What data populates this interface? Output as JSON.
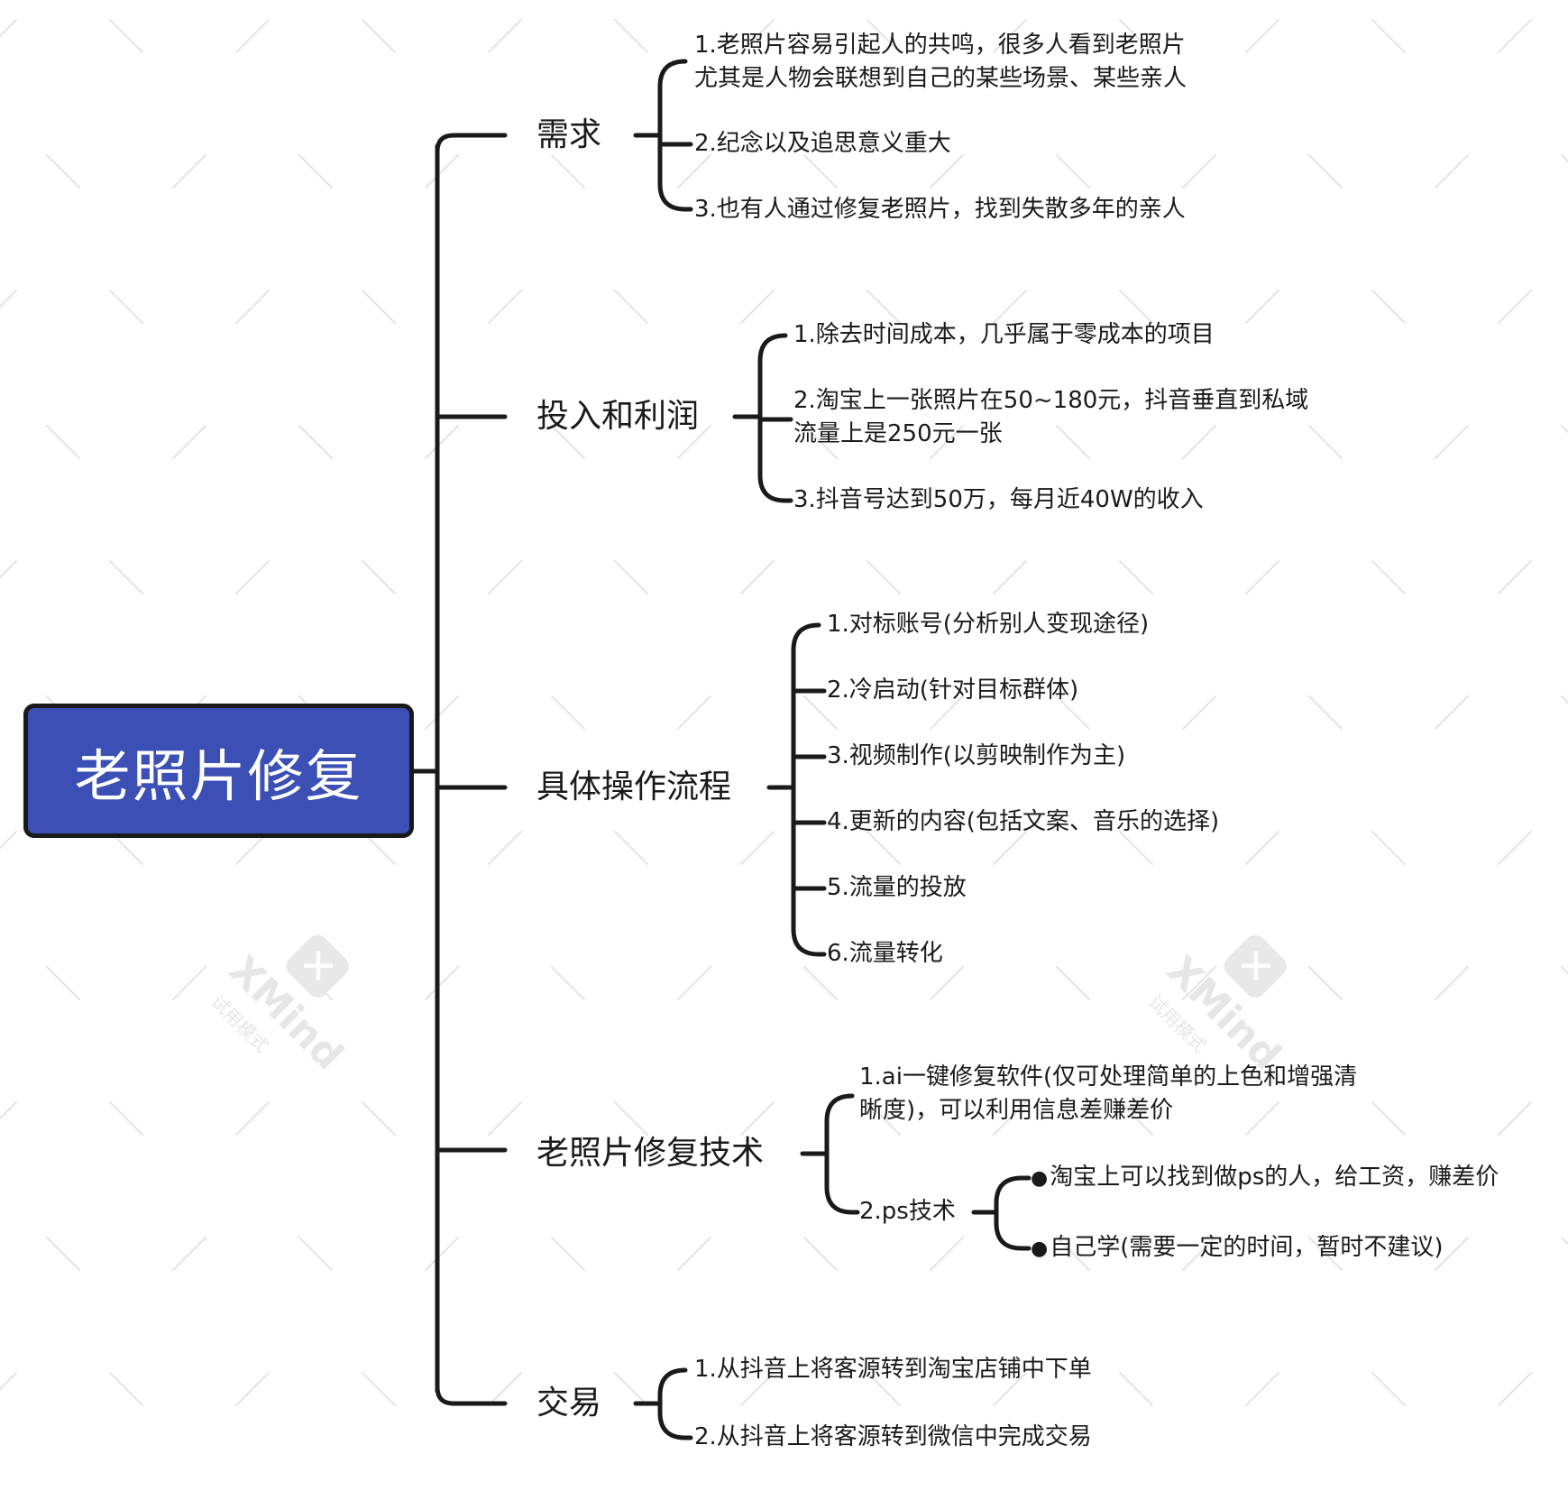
{
  "root": {
    "title": "老照片修复",
    "color": "#3b4fb5"
  },
  "branches": [
    {
      "label": "需求",
      "items": [
        {
          "lines": [
            "1.老照片容易引起人的共鸣，很多人看到老照片",
            "尤其是人物会联想到自己的某些场景、某些亲人"
          ]
        },
        {
          "lines": [
            "2.纪念以及追思意义重大"
          ]
        },
        {
          "lines": [
            "3.也有人通过修复老照片，找到失散多年的亲人"
          ]
        }
      ]
    },
    {
      "label": "投入和利润",
      "items": [
        {
          "lines": [
            "1.除去时间成本，几乎属于零成本的项目"
          ]
        },
        {
          "lines": [
            "2.淘宝上一张照片在50~180元，抖音垂直到私域",
            "流量上是250元一张"
          ]
        },
        {
          "lines": [
            "3.抖音号达到50万，每月近40W的收入"
          ]
        }
      ]
    },
    {
      "label": "具体操作流程",
      "items": [
        {
          "lines": [
            "1.对标账号(分析别人变现途径)"
          ]
        },
        {
          "lines": [
            "2.冷启动(针对目标群体)"
          ]
        },
        {
          "lines": [
            "3.视频制作(以剪映制作为主)"
          ]
        },
        {
          "lines": [
            "4.更新的内容(包括文案、音乐的选择)"
          ]
        },
        {
          "lines": [
            "5.流量的投放"
          ]
        },
        {
          "lines": [
            "6.流量转化"
          ]
        }
      ]
    },
    {
      "label": "老照片修复技术",
      "items": [
        {
          "lines": [
            "1.ai一键修复软件(仅可处理简单的上色和增强清",
            "晰度)，可以利用信息差赚差价"
          ]
        },
        {
          "lines": [
            "2.ps技术"
          ],
          "subitems": [
            {
              "bullet": "●",
              "text": "淘宝上可以找到做ps的人，给工资，赚差价"
            },
            {
              "bullet": "●",
              "text": "自己学(需要一定的时间，暂时不建议)"
            }
          ]
        }
      ]
    },
    {
      "label": "交易",
      "items": [
        {
          "lines": [
            "1.从抖音上将客源转到淘宝店铺中下单"
          ]
        },
        {
          "lines": [
            "2.从抖音上将客源转到微信中完成交易"
          ]
        }
      ]
    }
  ],
  "watermark": {
    "brand": "XMind",
    "sub": "试用模式",
    "icon": "xmind-x-icon"
  }
}
